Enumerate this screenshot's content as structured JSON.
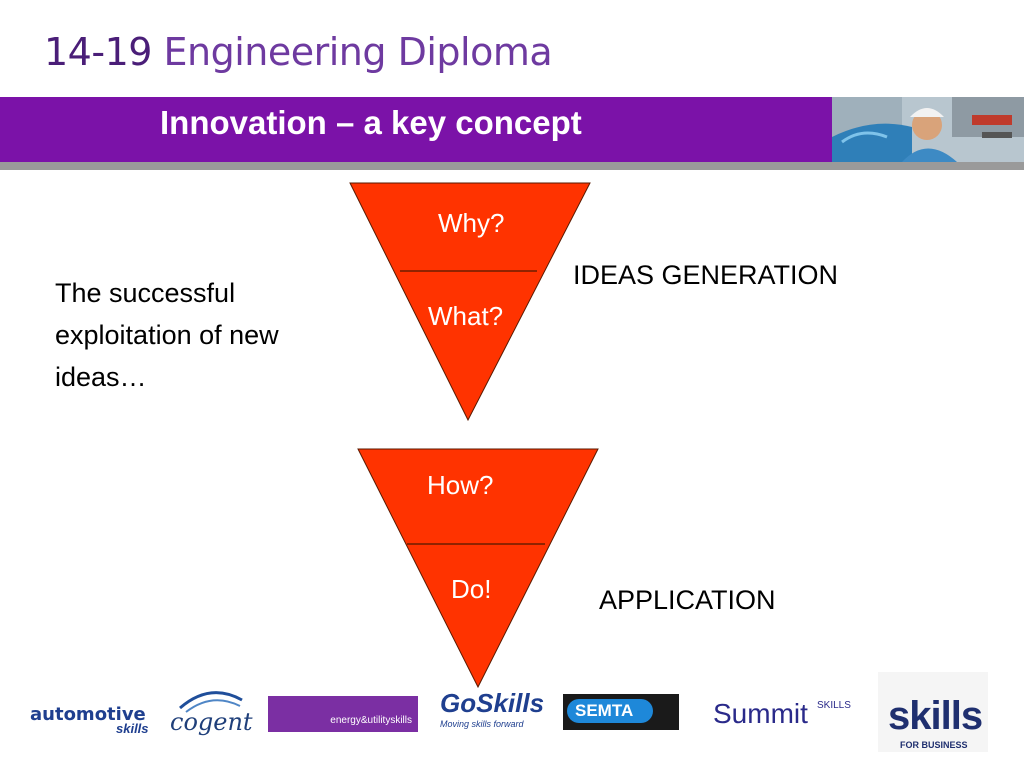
{
  "header": {
    "number": "14-19",
    "title": "Engineering Diploma"
  },
  "banner": {
    "title": "Innovation – a key concept"
  },
  "body": {
    "text": "The successful exploitation of new ideas…"
  },
  "triangle_top": {
    "top_label": "Why?",
    "bottom_label": "What?",
    "side_label": "IDEAS GENERATION"
  },
  "triangle_bottom": {
    "top_label": "How?",
    "bottom_label": "Do!",
    "side_label": "APPLICATION"
  },
  "logos": {
    "automotive": "automotive",
    "automotive_sub": "skills",
    "cogent": "cogent",
    "energy": "energy&utilityskills",
    "goskills": "GoSkills",
    "goskills_tag": "Moving skills forward",
    "semta": "SEMTA",
    "summit": "Summit",
    "summit_sup": "SKILLS",
    "skills": "skills",
    "skills_sub": "FOR BUSINESS"
  },
  "colors": {
    "banner": "#7b12a8",
    "triangle": "#ff3300",
    "header_text": "#5b2a86"
  }
}
